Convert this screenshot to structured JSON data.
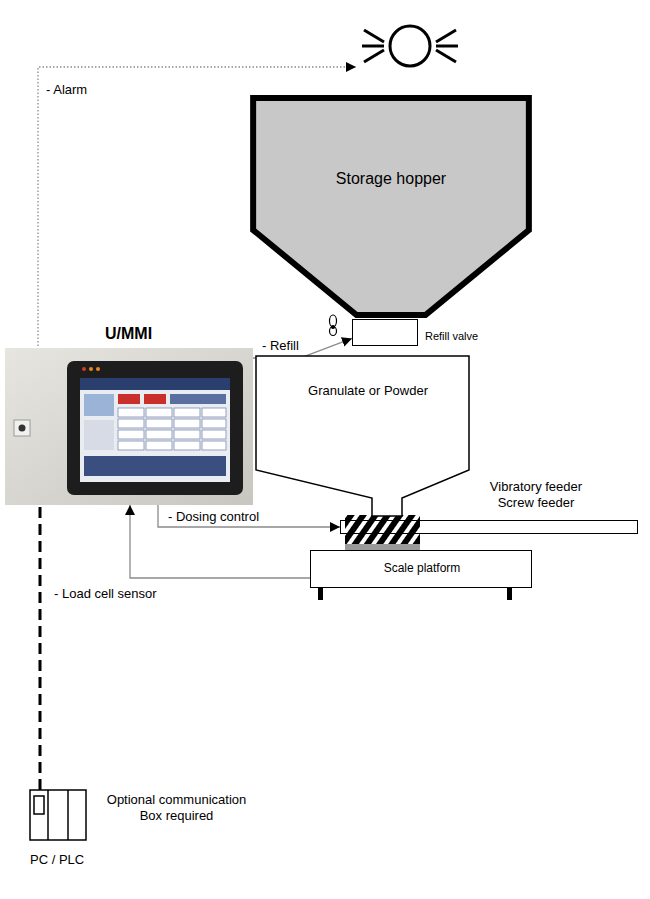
{
  "diagram": {
    "nodes": [
      {
        "text": [
          "Storage hopper"
        ]
      },
      {
        "text": [
          "Refill valve"
        ]
      },
      {
        "text": [
          "U/MMI"
        ]
      },
      {
        "text": [
          "Granulate or Powder"
        ]
      },
      {
        "text": [
          "Vibratory feeder Screw feeder"
        ]
      },
      {
        "text": [
          "Scale platform"
        ]
      },
      {
        "text": [
          "Optional communication Box required",
          "PC / PLC"
        ]
      }
    ],
    "edges": [
      {
        "from": 2,
        "to": 1,
        "arrow": "to",
        "label": "- Refill"
      },
      {
        "from": 2,
        "to": 4,
        "arrow": "to",
        "label": "- Dosing control"
      },
      {
        "from": 5,
        "to": 2,
        "arrow": "to",
        "label": "- Load cell sensor"
      },
      {
        "from": 6,
        "to": 2,
        "arrow": "none"
      }
    ],
    "labels": [
      "- Alarm"
    ]
  }
}
